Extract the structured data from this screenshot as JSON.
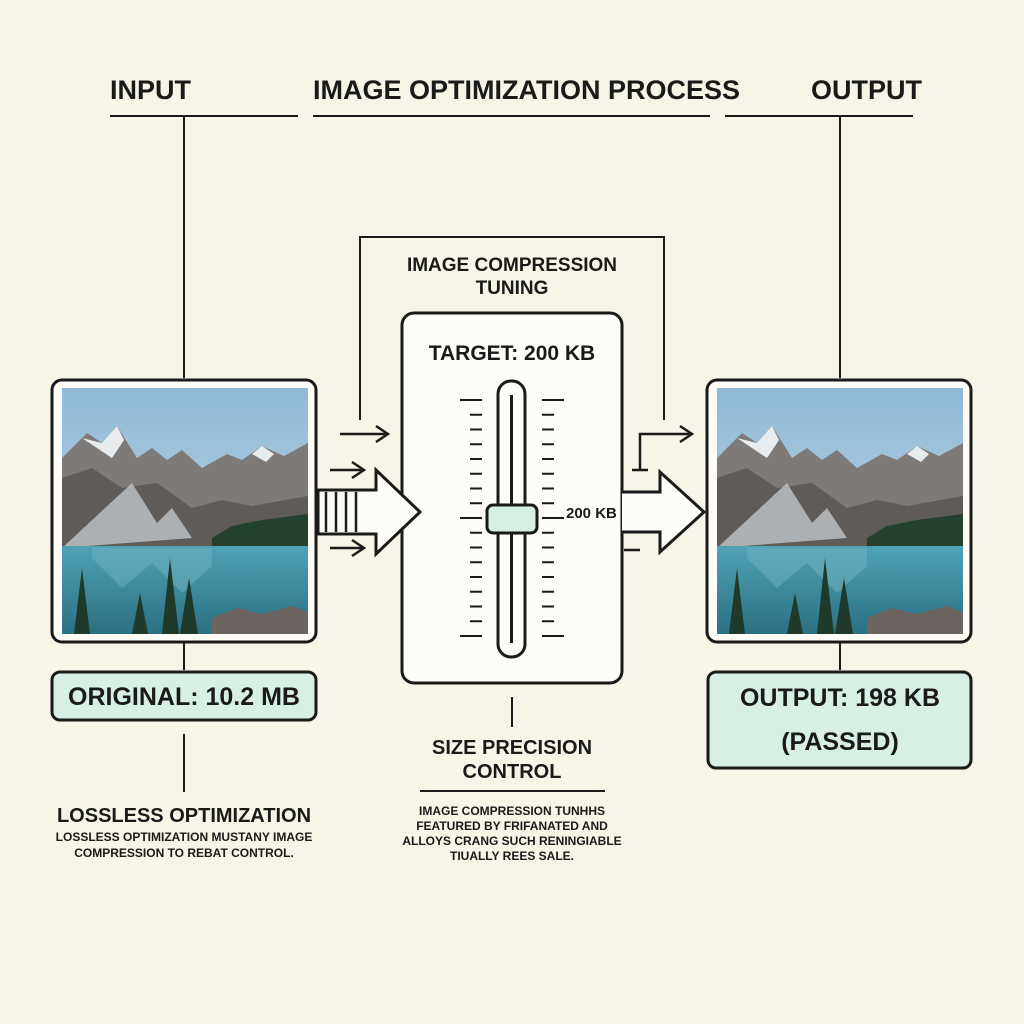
{
  "headers": {
    "input": "INPUT",
    "process": "IMAGE OPTIMIZATION PROCESS",
    "output": "OUTPUT"
  },
  "tuning": {
    "title_line1": "IMAGE COMPRESSION",
    "title_line2": "TUNING",
    "target": "TARGET: 200 KB",
    "slider_value_label": "200 KB",
    "slider_level": 0.5
  },
  "input_badge": {
    "text": "ORIGINAL: 10.2 MB"
  },
  "output_badge": {
    "line1": "OUTPUT: 198 KB",
    "line2": "(PASSED)"
  },
  "lossless": {
    "title": "LOSSLESS OPTIMIZATION",
    "line1": "LOSSLESS OPTIMIZATION MUSTANY IMAGE",
    "line2": "COMPRESSION TO REBAT CONTROL."
  },
  "precision": {
    "title_line1": "SIZE PRECISION",
    "title_line2": "CONTROL",
    "line1": "IMAGE COMPRESSION TUNHHS",
    "line2": "FEATURED BY FRIFANATED AND",
    "line3": "ALLOYS CRANG SUCH RENINGIABLE",
    "line4": "TIUALLY REES SALE."
  },
  "colors": {
    "background": "#f7f4e8",
    "ink": "#1a1a1a",
    "badge_fill": "#d8efe4",
    "sky": "#9fc3dc",
    "lake": "#3d8fa3"
  },
  "icons": {
    "input_image": "mountain-lake-photo-icon",
    "output_image": "mountain-lake-photo-icon",
    "flow_arrows": "arrow-right-icon"
  }
}
